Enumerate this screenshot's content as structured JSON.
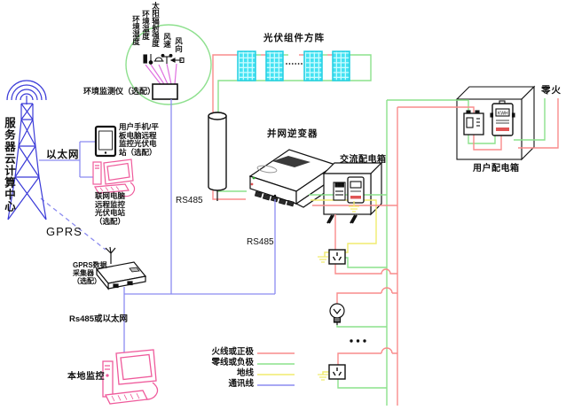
{
  "labels": {
    "server_center": "服务器云计算中心",
    "ethernet": "以太网",
    "gprs": "GPRS",
    "env_monitor": "环境监测仪（选配）",
    "sensor_humidity": "环境湿度",
    "sensor_temp": "环境温度",
    "sensor_radiation": "太阳辐射强度",
    "sensor_wind_speed": "风速",
    "sensor_wind_dir": "风向",
    "pv_array": "光伏组件方阵",
    "inverter": "并网逆变器",
    "ac_box": "交流配电箱",
    "user_box": "用户配电箱",
    "zero_live": "零火",
    "rs485_a": "RS485",
    "rs485_b": "RS485",
    "tablet_note": "用户手机/平\n板电脑远程\n监控光伏电\n站（选配）",
    "pc_note": "联网电脑\n远程监控\n光伏电站\n（选配）",
    "collector_note": "GPRS数据\n采集器\n（选配）",
    "rs485_or_eth": "Rs485或以太网",
    "local_monitor": "本地监控",
    "kwh": "KWH"
  },
  "legend": {
    "items": [
      {
        "label": "火线或正极",
        "color": "#f98b8b"
      },
      {
        "label": "零线或负极",
        "color": "#8be28b"
      },
      {
        "label": "地线",
        "color": "#f0ec6e"
      },
      {
        "label": "通讯线",
        "color": "#8b8bf0"
      }
    ]
  },
  "colors": {
    "live_wire": "#f98b8b",
    "neutral_wire": "#8be28b",
    "ground_wire": "#f0ec6e",
    "comm_wire": "#8b8bf0",
    "sensor_line": "#e070e0",
    "device_pink": "#ef5a9b",
    "pv_panel": "#45e2f2",
    "env_circle": "#8ee08e",
    "tower_blue": "#3b3bd8"
  }
}
